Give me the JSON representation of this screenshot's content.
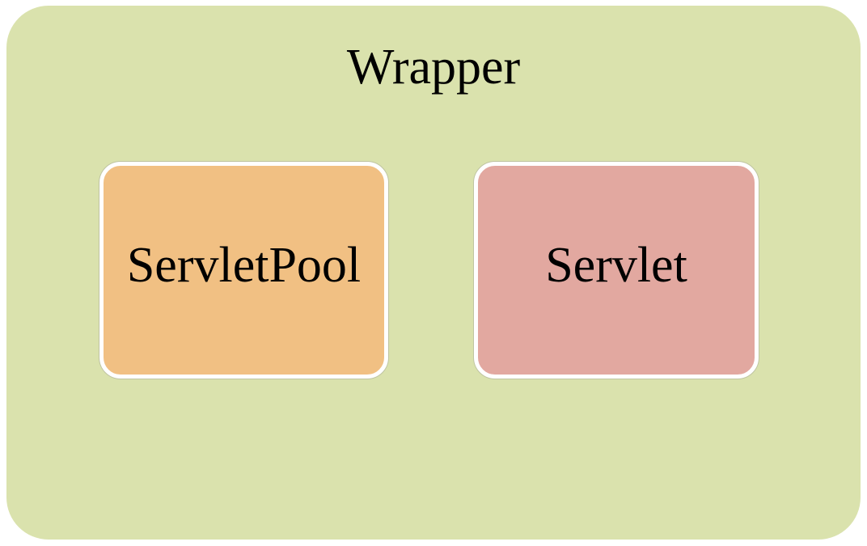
{
  "diagram": {
    "title": "Wrapper",
    "container": {
      "label": "Wrapper",
      "fill": "#dae2ad"
    },
    "nodes": [
      {
        "id": "servlet-pool",
        "label": "ServletPool",
        "fill": "#f1c083"
      },
      {
        "id": "servlet",
        "label": "Servlet",
        "fill": "#e2a8a0"
      }
    ],
    "colors": {
      "page_background": "#ffffff",
      "node_border": "#ffffff",
      "text": "#000000"
    }
  }
}
